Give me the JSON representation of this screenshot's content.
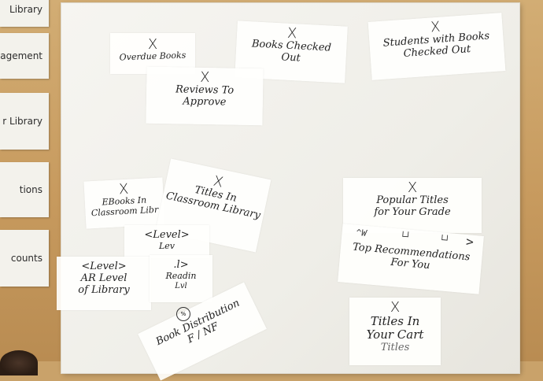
{
  "left_strips": [
    "Library",
    "nagement",
    "r Library",
    "tions",
    "counts"
  ],
  "notes": {
    "overdue": {
      "mark": "X",
      "label": "Overdue Books"
    },
    "checked": {
      "mark": "X",
      "label1": "Books Checked",
      "label2": "Out"
    },
    "students": {
      "mark": "X",
      "label1": "Students with Books",
      "label2": "Checked Out"
    },
    "reviews": {
      "mark": "X",
      "label1": "Reviews To",
      "label2": "Approve"
    },
    "ebooks": {
      "mark": "X",
      "label1": "EBooks In",
      "label2": "Classroom Libr"
    },
    "titles_class": {
      "mark": "X",
      "label1": "Titles In",
      "label2": "Classroom Library"
    },
    "popular": {
      "mark": "X",
      "label1": "Popular Titles",
      "label2": "for Your Grade"
    },
    "level": {
      "label1": "<Level>",
      "label2": "Lev"
    },
    "ar_level": {
      "label1": "<Level>",
      "label2": "AR Level",
      "label3": "of Library"
    },
    "reading": {
      "label1": ".l>",
      "label2": "Readin",
      "label3": "Lvl"
    },
    "distribution": {
      "label1": "Book Distribution",
      "label2": "F / NF"
    },
    "recs": {
      "sym1": "^W",
      "sym2": "└┘",
      "sym3": "└┘",
      "label1": "Top Recommendations",
      "label2": "For You",
      "arrow": ">"
    },
    "cart": {
      "mark": "X",
      "label1": "Titles In",
      "label2": "Your Cart",
      "label3": "Titles"
    }
  }
}
